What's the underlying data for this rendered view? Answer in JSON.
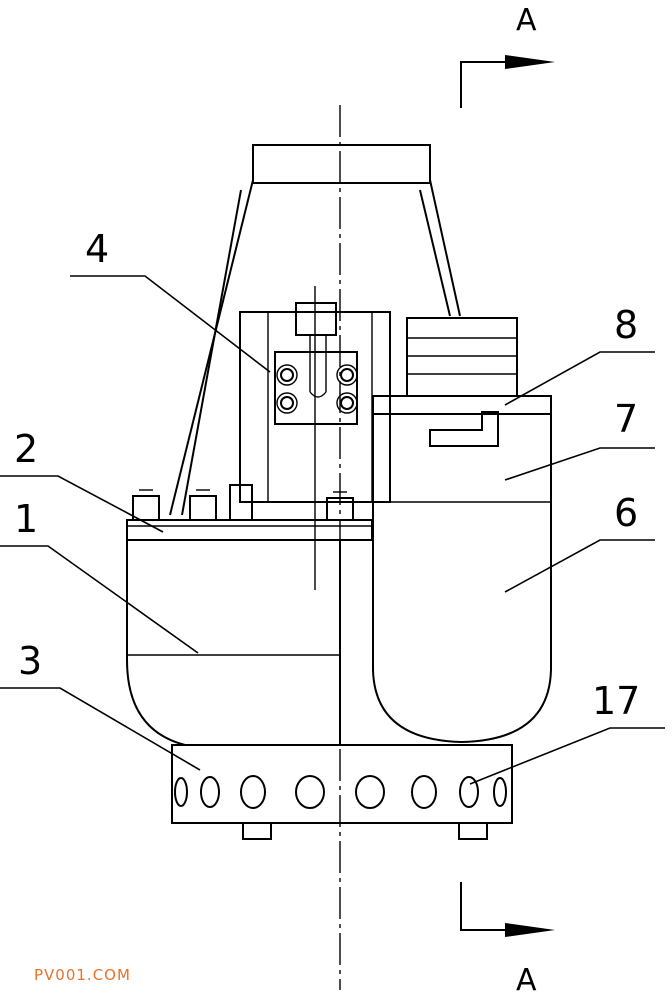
{
  "section_marks": {
    "top": "A",
    "bottom": "A"
  },
  "part_labels": {
    "p1": "1",
    "p2": "2",
    "p3": "3",
    "p4": "4",
    "p6": "6",
    "p7": "7",
    "p8": "8",
    "p17": "17"
  },
  "watermark": "PV001.COM",
  "colors": {
    "line": "#000000",
    "background": "#ffffff",
    "watermark": "#e8722a"
  }
}
